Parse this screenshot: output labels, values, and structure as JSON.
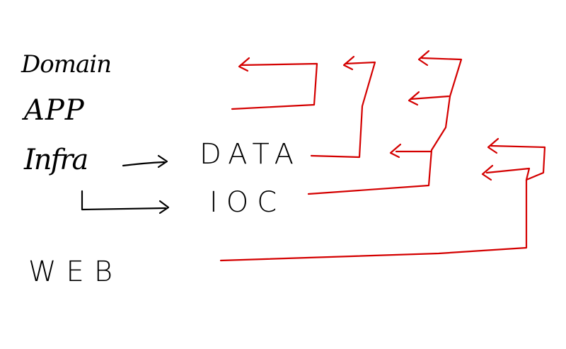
{
  "layers": {
    "domain": "Domain",
    "app": "APP",
    "infra": "Infra",
    "data": "DATA",
    "ioc": "IOC",
    "web": "WEB"
  },
  "colors": {
    "label_ink": "#000000",
    "dependency_arrows": "#d40000"
  }
}
